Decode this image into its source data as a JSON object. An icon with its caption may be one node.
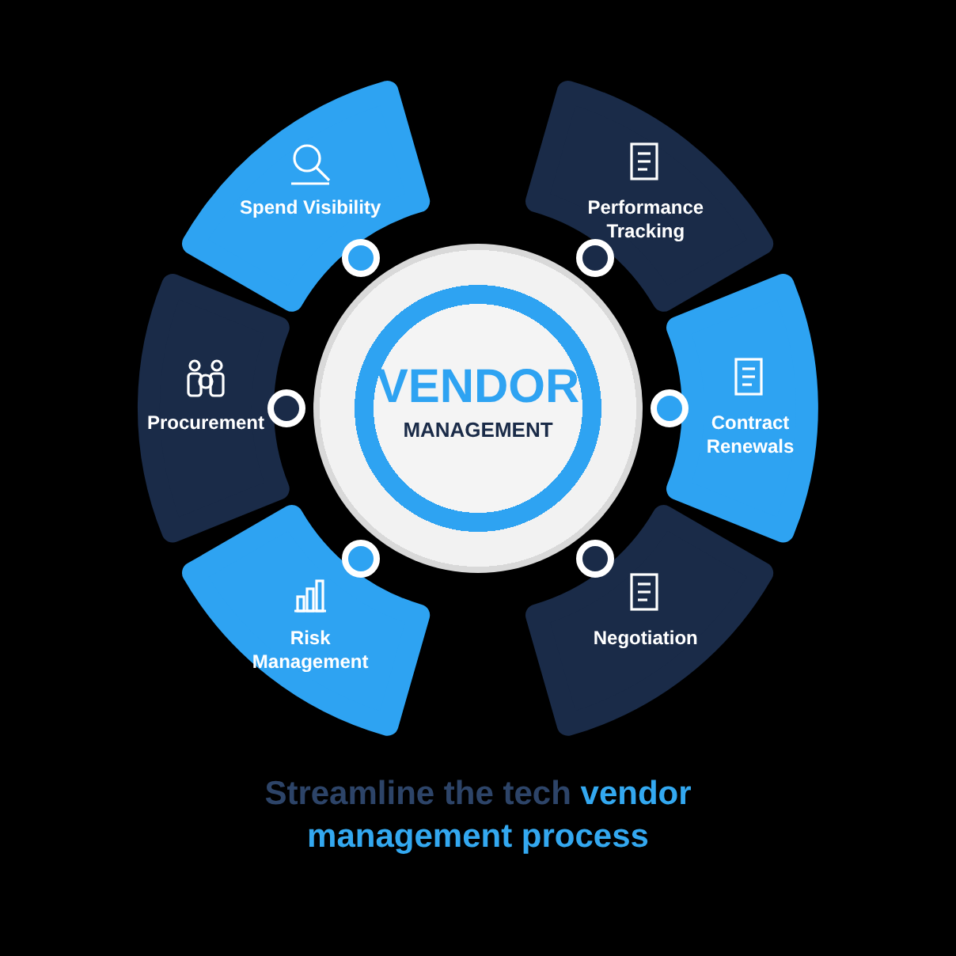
{
  "diagram": {
    "caption": "Streamline the tech **vendor management process**",
    "nodes": [
      {
        "text": [
          "Spend Visibility"
        ]
      },
      {
        "text": [
          "Performance Tracking"
        ]
      },
      {
        "text": [
          "Procurement"
        ]
      },
      {
        "text": [
          "VENDOR",
          "MANAGEMENT"
        ]
      },
      {
        "text": [
          "Contract Renewals"
        ]
      },
      {
        "text": [
          "Risk Management"
        ]
      },
      {
        "text": [
          "Negotiation"
        ]
      }
    ],
    "edges": []
  }
}
